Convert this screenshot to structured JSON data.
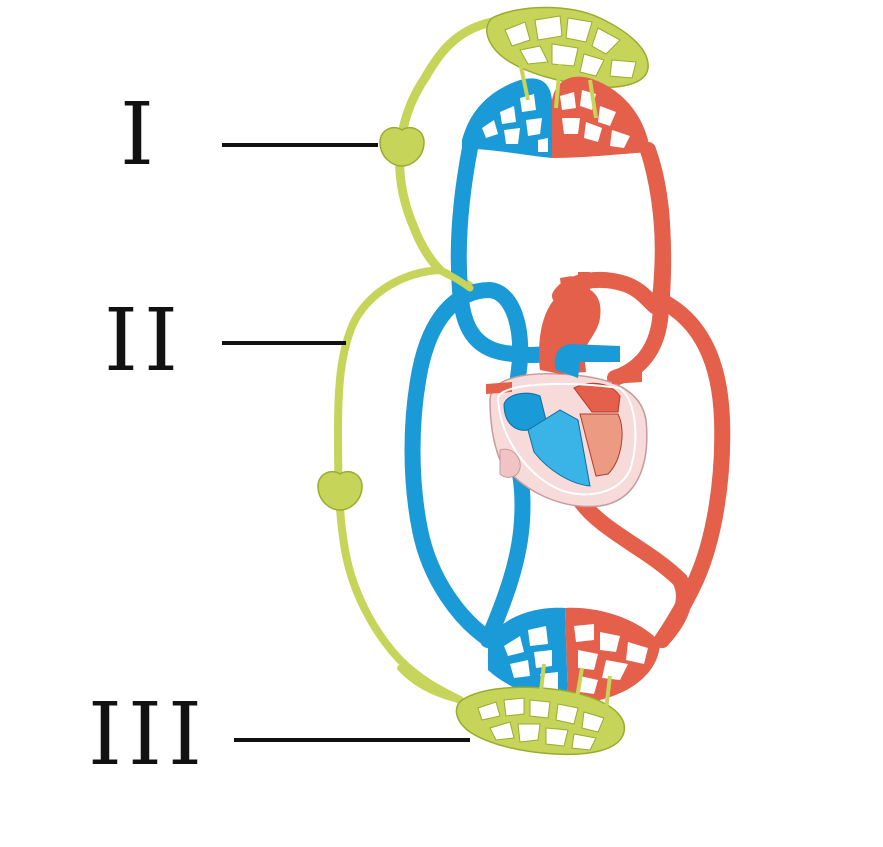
{
  "labels": {
    "one": "I",
    "two": "II",
    "three": "III"
  },
  "colors": {
    "lymph": "#c6d55a",
    "lymph_dark": "#9aab2e",
    "vein": "#1a9ad6",
    "artery": "#e4604a",
    "heart_bg": "#f7dada",
    "muscle_red": "#ec9a82",
    "leader": "#111111"
  }
}
